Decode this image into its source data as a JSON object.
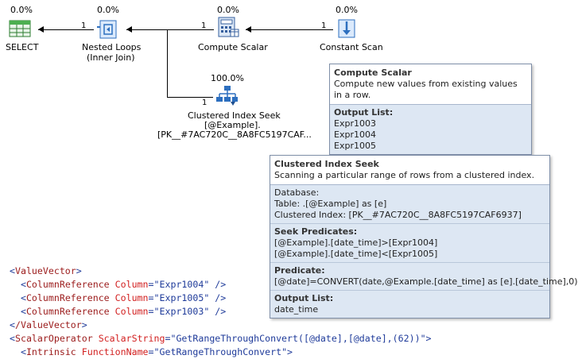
{
  "plan": {
    "select": {
      "pct": "0.0%",
      "label": "SELECT"
    },
    "nested_loops": {
      "pct": "0.0%",
      "label1": "Nested Loops",
      "label2": "(Inner Join)"
    },
    "compute_scalar": {
      "pct": "0.0%",
      "label": "Compute Scalar"
    },
    "constant_scan": {
      "pct": "0.0%",
      "label": "Constant Scan"
    },
    "index_seek": {
      "pct": "100.0%",
      "label1": "Clustered Index Seek",
      "label2": "[@Example].",
      "label3": "[PK__#7AC720C__8A8FC5197CAF..."
    },
    "edges": {
      "e1": "1",
      "e2": "1",
      "e3": "1",
      "e4": "1"
    }
  },
  "tooltip_compute": {
    "title": "Compute Scalar",
    "desc": "Compute new values from existing values in a row.",
    "output_header": "Output List:",
    "outputs": [
      "Expr1003",
      "Expr1004",
      "Expr1005"
    ]
  },
  "tooltip_seek": {
    "title": "Clustered Index Seek",
    "desc": "Scanning a particular range of rows from a clustered index.",
    "database": "Database:",
    "table": "Table:  .[@Example] as [e]",
    "index": "Clustered Index:  [PK__#7AC720C__8A8FC5197CAF6937]",
    "seek_header": "Seek Predicates:",
    "seek": [
      "[@Example].[date_time]>[Expr1004]",
      "[@Example].[date_time]<[Expr1005]"
    ],
    "pred_header": "Predicate:",
    "predicate": "[@date]=CONVERT(date,@Example.[date_time] as [e].[date_time],0)",
    "output_header": "Output List:",
    "output": "date_time"
  },
  "xml": {
    "lt": "<",
    "gt": ">",
    "close_gt": "\" />",
    "close_gt2": "\">",
    "valuevector": "ValueVector",
    "end_valuevector": "/ValueVector",
    "columnref": "ColumnReference",
    "column_attr": "Column",
    "eq": "=\"",
    "col1": "Expr1004",
    "col2": "Expr1005",
    "col3": "Expr1003",
    "scalarop": "ScalarOperator",
    "scalar_attr": "ScalarString",
    "scalar_val": "GetRangeThroughConvert([@date],[@date],(62))",
    "intrinsic": "Intrinsic",
    "function_attr": "FunctionName",
    "function_val": "GetRangeThroughConvert"
  }
}
